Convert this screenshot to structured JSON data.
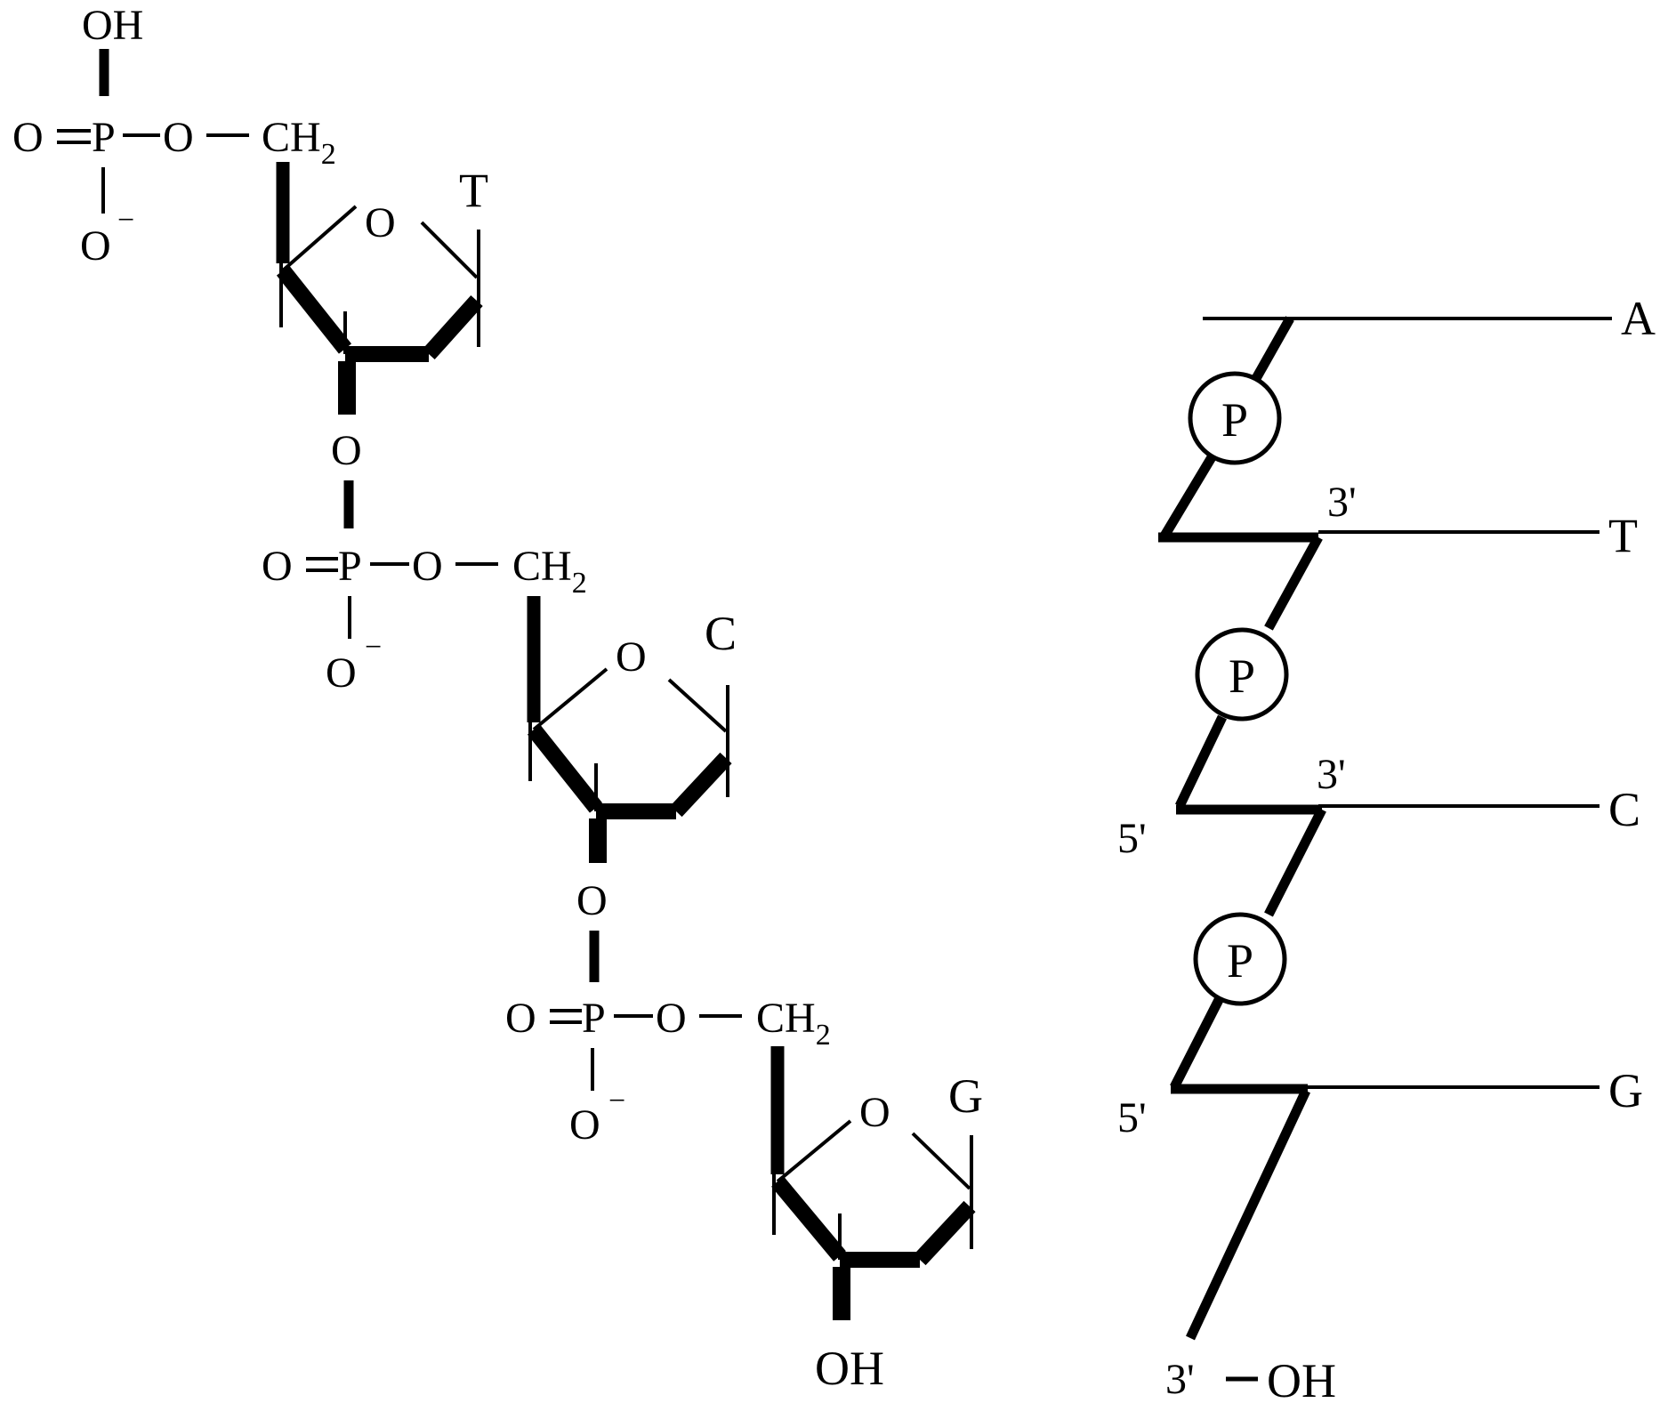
{
  "left_structure": {
    "top_oh": "OH",
    "nucleotides": [
      {
        "base": "T",
        "o_double": "O",
        "p": "P",
        "o_link": "O",
        "ch": "CH",
        "sub2": "2",
        "o_minus": "O",
        "minus": "−",
        "ring_o": "O",
        "bridge_o": "O"
      },
      {
        "base": "C",
        "o_double": "O",
        "p": "P",
        "o_link": "O",
        "ch": "CH",
        "sub2": "2",
        "o_minus": "O",
        "minus": "−",
        "ring_o": "O",
        "bridge_o": "O"
      },
      {
        "base": "G",
        "o_double": "O",
        "p": "P",
        "o_link": "O",
        "ch": "CH",
        "sub2": "2",
        "o_minus": "O",
        "minus": "−",
        "ring_o": "O"
      }
    ],
    "terminal_oh": "OH"
  },
  "right_schematic": {
    "bases": [
      "A",
      "T",
      "C",
      "G"
    ],
    "phosphate": "P",
    "three_prime_labels": [
      "3'",
      "3'"
    ],
    "five_prime_labels": [
      "5'",
      "5'"
    ],
    "terminal": {
      "prime": "3'",
      "oh": "OH"
    }
  }
}
